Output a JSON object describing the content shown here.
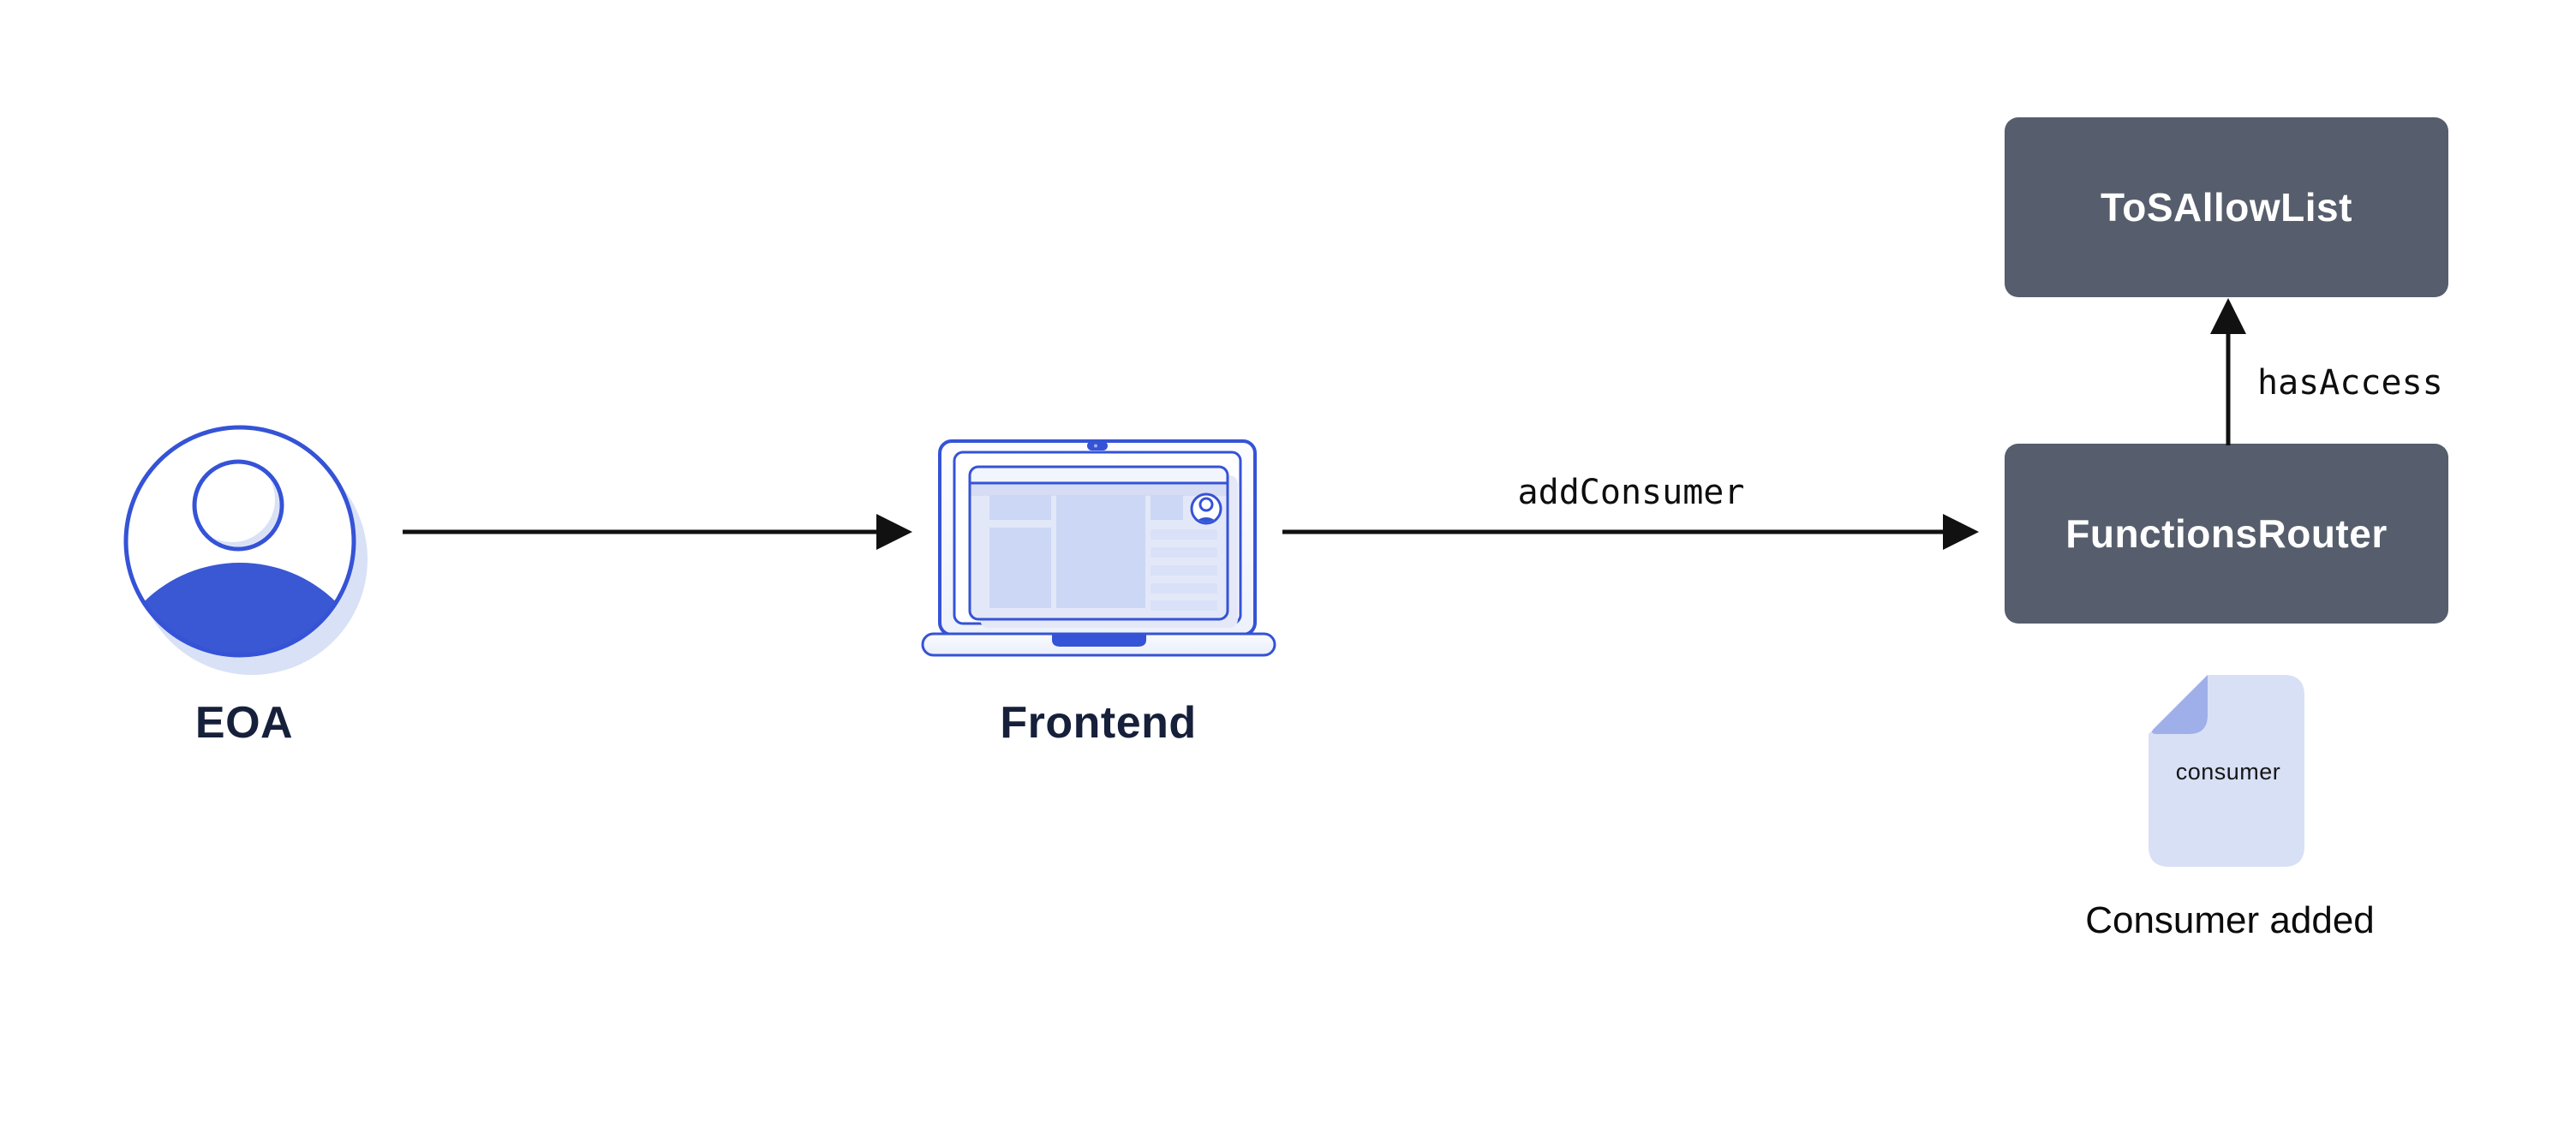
{
  "diagram": {
    "background": "#ffffff",
    "colors": {
      "accent_blue_stroke": "#3553d6",
      "fill_blue": "#3a58d3",
      "shadow_light_blue": "#d9e1f6",
      "screen_content_blue": "#e3e8f9",
      "screen_block_blue": "#cbd7f4",
      "box_slate": "#565d6c",
      "box_text": "#ffffff",
      "node_label_navy": "#16203a",
      "edge_label_black": "#0e0e0e",
      "document_fill": "#d8e0f6",
      "document_fold": "#9fafea",
      "arrow_black": "#111111"
    },
    "nodes": {
      "eoa": {
        "label": "EOA",
        "icon": "user-avatar-icon"
      },
      "frontend": {
        "label": "Frontend",
        "icon": "laptop-icon"
      },
      "tos_allow_list": {
        "label": "ToSAllowList"
      },
      "functions_router": {
        "label": "FunctionsRouter"
      }
    },
    "edges": {
      "eoa_to_frontend": {
        "label": ""
      },
      "frontend_to_functions_router": {
        "label": "addConsumer"
      },
      "functions_router_to_tos_allow_list": {
        "label": "hasAccess"
      }
    },
    "artifact": {
      "icon": "document-icon",
      "document_label": "consumer",
      "caption": "Consumer added"
    }
  }
}
